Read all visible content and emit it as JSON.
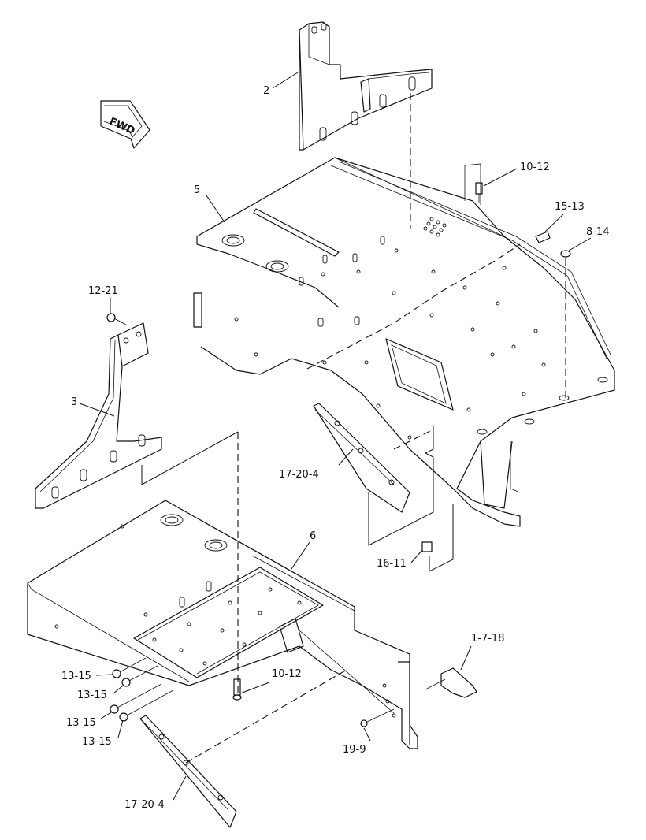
{
  "direction_arrow": {
    "text": "FWD"
  },
  "callouts": {
    "c2": "2",
    "c3": "3",
    "c5": "5",
    "c6": "6",
    "c10_12_top": "10-12",
    "c10_12_bottom": "10-12",
    "c15_13": "15-13",
    "c8_14": "8-14",
    "c12_21": "12-21",
    "c17_20_4_mid": "17-20-4",
    "c17_20_4_bottom": "17-20-4",
    "c16_11": "16-11",
    "c1_7_18": "1-7-18",
    "c13_15_a": "13-15",
    "c13_15_b": "13-15",
    "c13_15_c": "13-15",
    "c13_15_d": "13-15",
    "c19_9": "19-9"
  }
}
